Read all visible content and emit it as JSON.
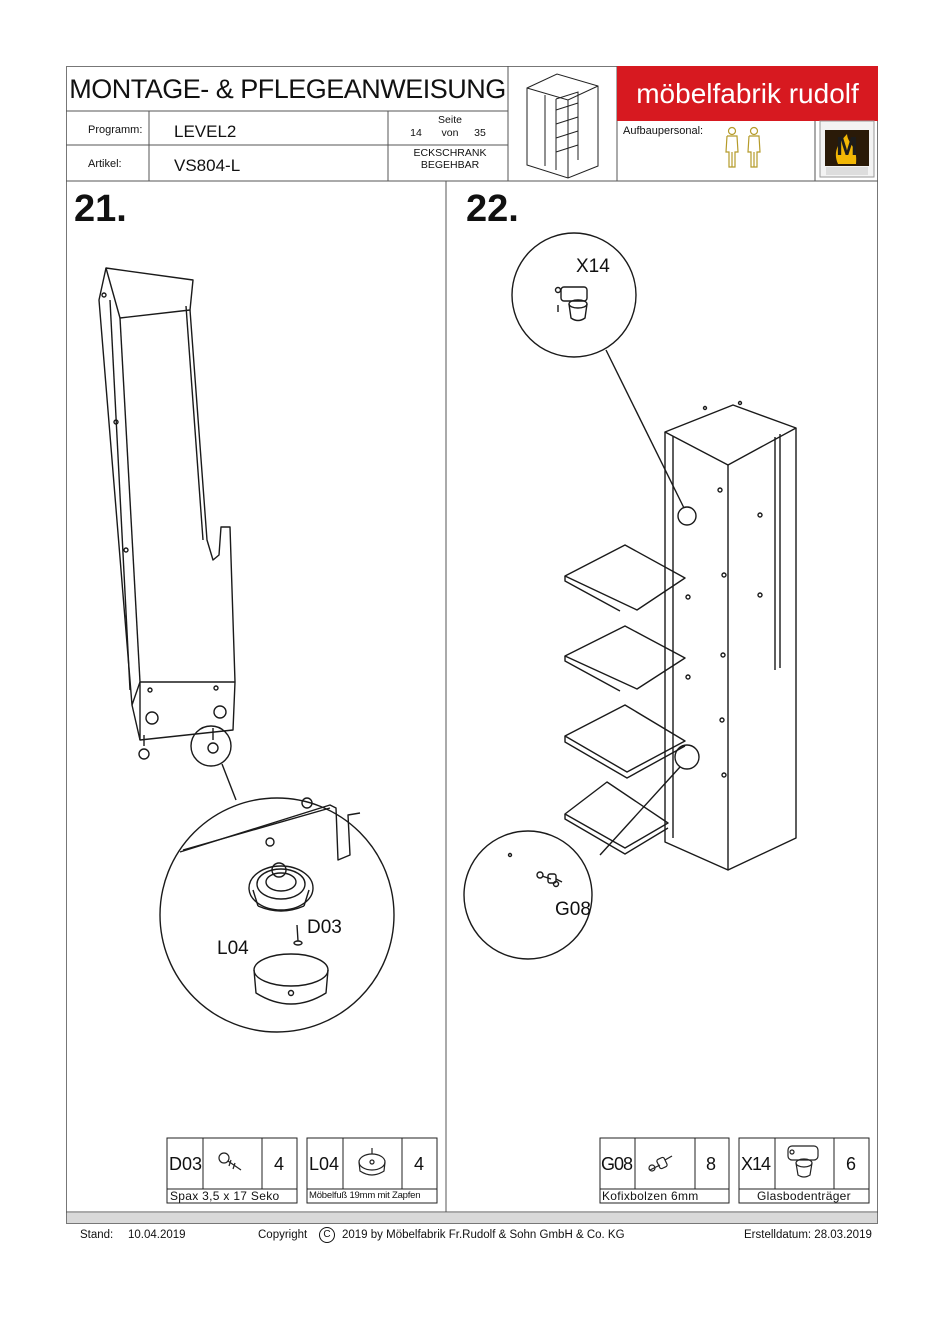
{
  "header": {
    "title": "MONTAGE- & PFLEGEANWEISUNG",
    "brand": "möbelfabrik rudolf",
    "programm_label": "Programm:",
    "programm_value": "LEVEL2",
    "artikel_label": "Artikel:",
    "artikel_value": "VS804-L",
    "seite_label": "Seite",
    "page_current": "14",
    "page_of": "von",
    "page_total": "35",
    "product_line1": "ECKSCHRANK",
    "product_line2": "BEGEHBAR",
    "aufbaupersonal_label": "Aufbaupersonal:",
    "aufbaupersonal_count": 2,
    "logo_letter": "M"
  },
  "steps": [
    {
      "number": "21.",
      "callouts": [
        "D03",
        "L04"
      ],
      "parts": [
        {
          "code": "D03",
          "qty": "4",
          "desc": "Spax 3,5 x 17 Seko",
          "icon": "screw-icon"
        },
        {
          "code": "L04",
          "qty": "4",
          "desc": "Möbelfuß 19mm mit Zapfen",
          "icon": "furniture-foot-icon"
        }
      ]
    },
    {
      "number": "22.",
      "callouts": [
        "X14",
        "G08"
      ],
      "parts": [
        {
          "code": "G08",
          "qty": "8",
          "desc": "Kofixbolzen 6mm",
          "icon": "bolt-icon"
        },
        {
          "code": "X14",
          "qty": "6",
          "desc": "Glasbodenträger",
          "icon": "shelf-support-icon"
        }
      ]
    }
  ],
  "footer": {
    "stand_label": "Stand:",
    "stand_date": "10.04.2019",
    "copyright": "Copyright",
    "copyright_symbol": "C",
    "copyright_text": "2019  by Möbelfabrik Fr.Rudolf & Sohn GmbH & Co. KG",
    "erstell": "Erstelldatum: 28.03.2019"
  },
  "colors": {
    "brand_red": "#d71920",
    "logo_bg": "#2a1a08",
    "logo_fire": "#f2b705",
    "figure_olive": "#b59b2a"
  }
}
